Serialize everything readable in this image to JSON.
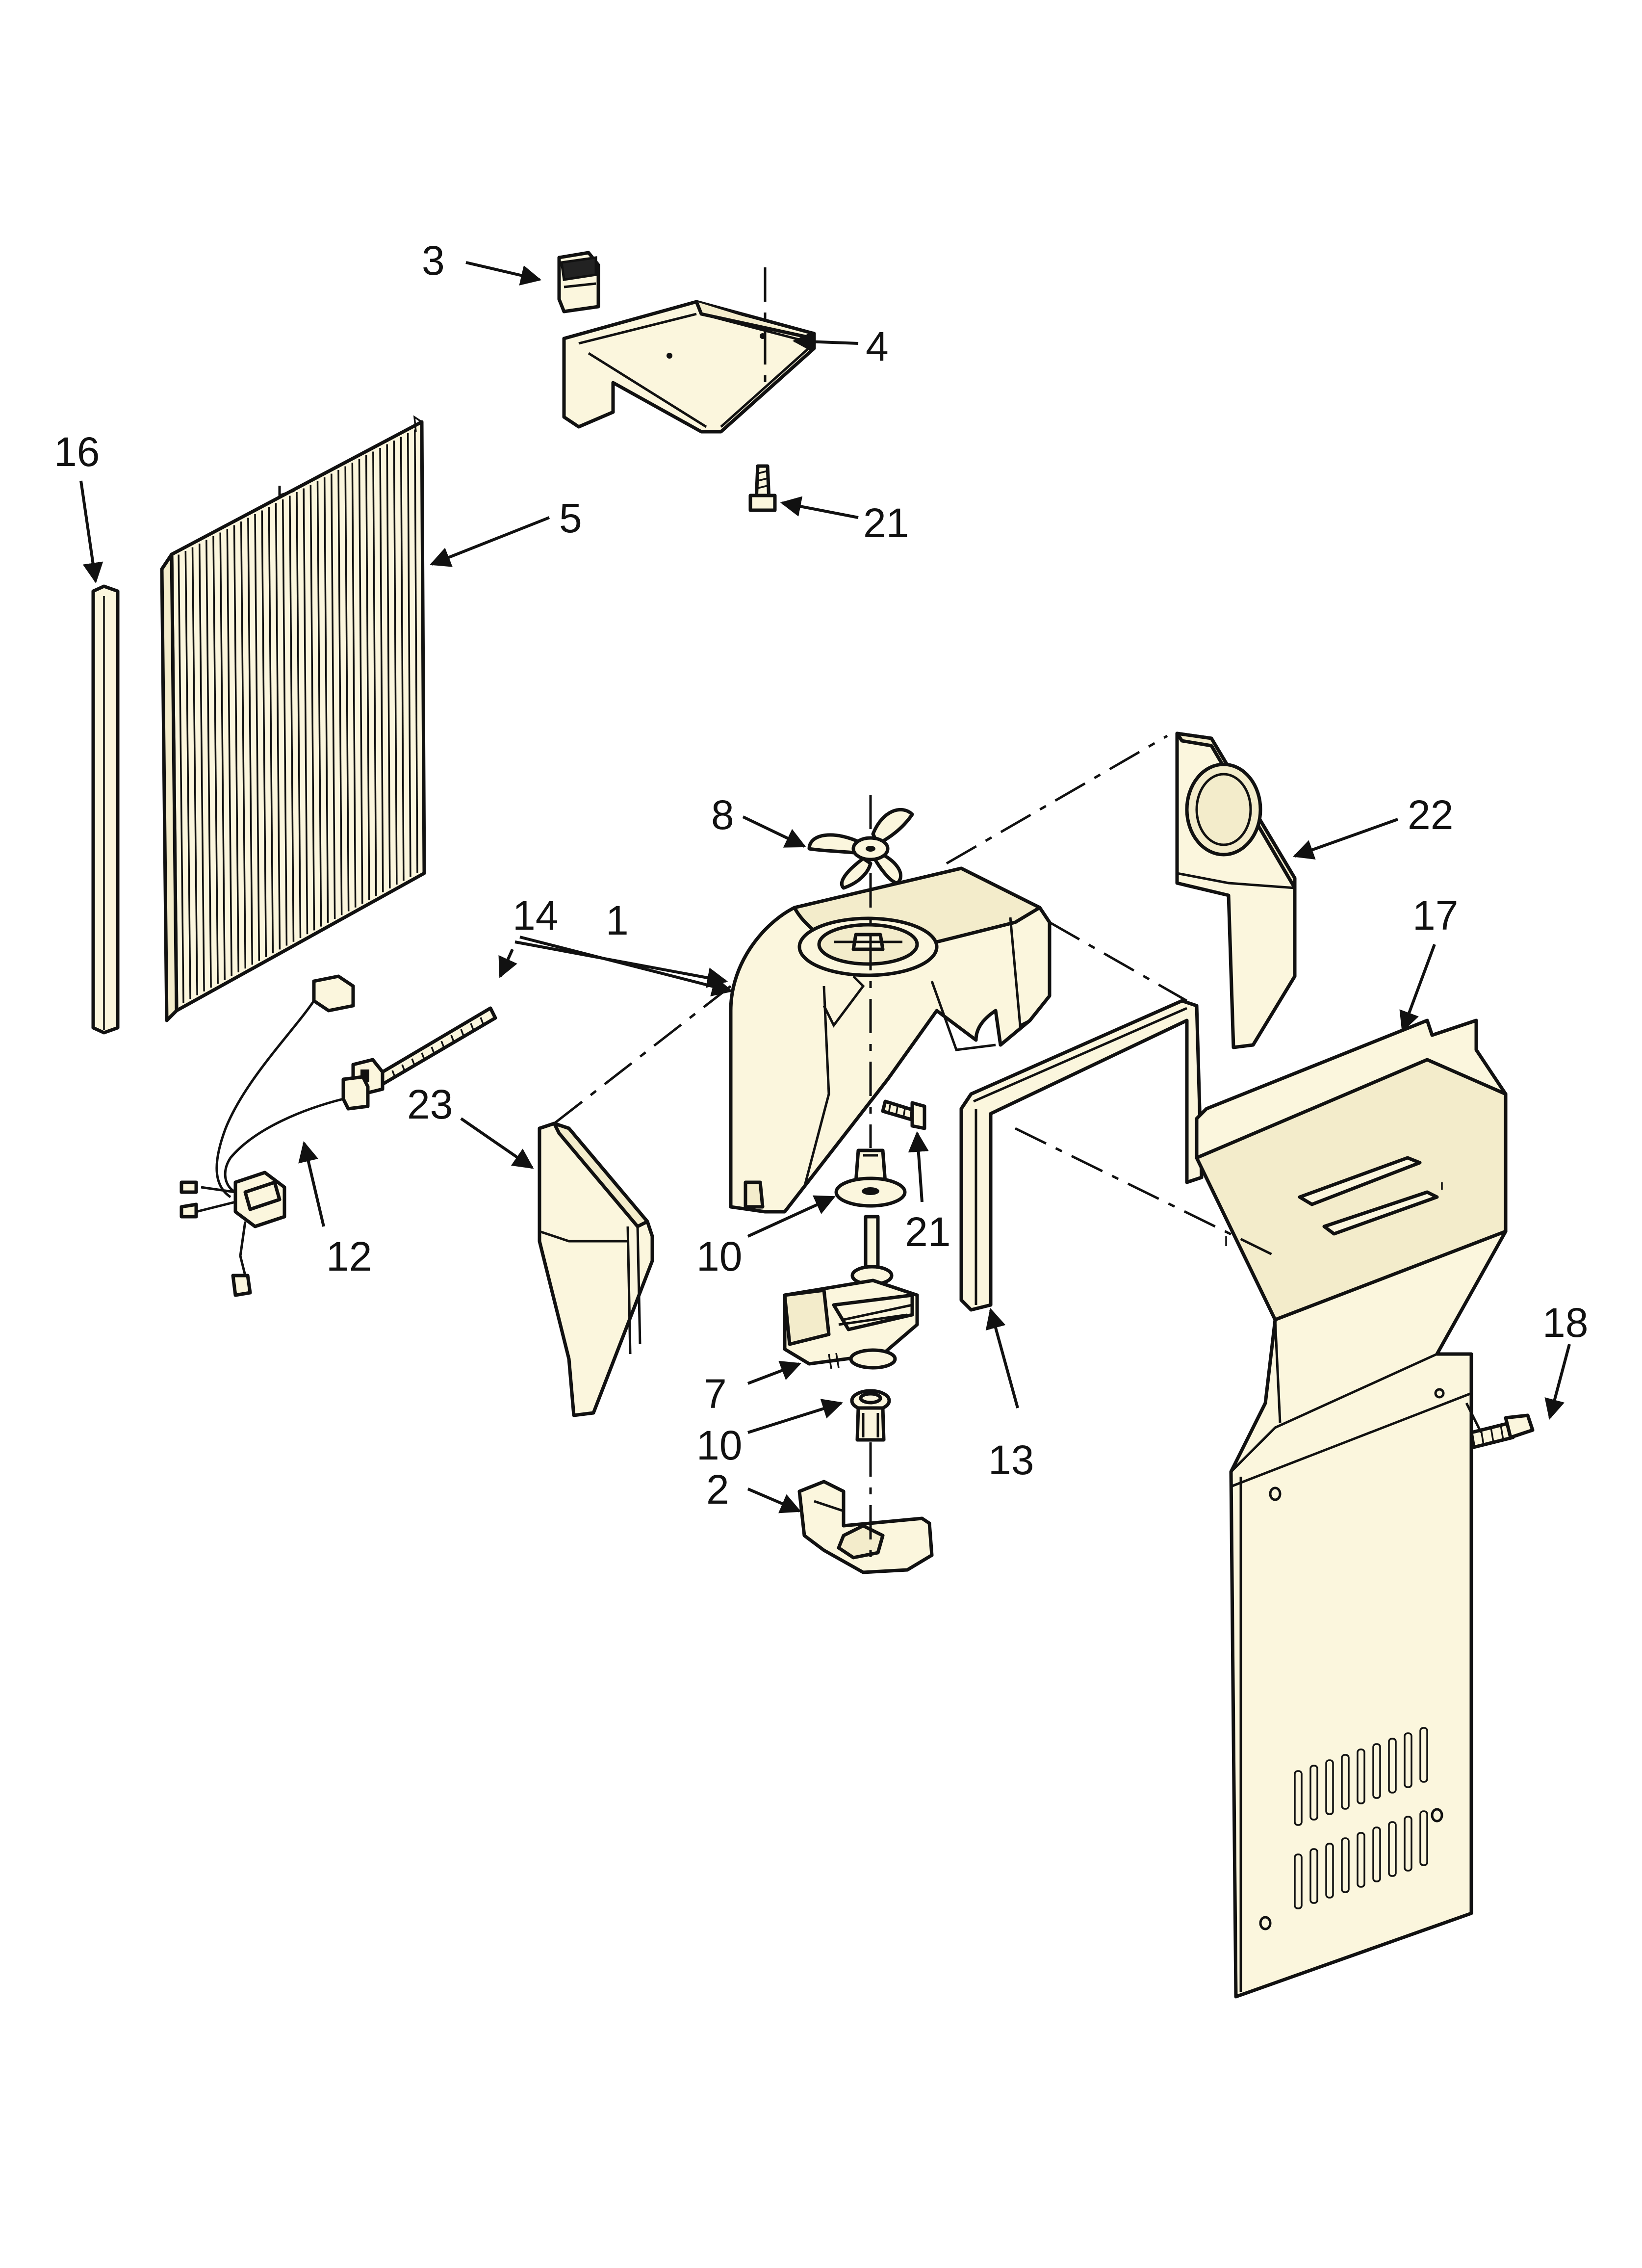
{
  "callouts": {
    "c1": "1",
    "c2": "2",
    "c3": "3",
    "c4": "4",
    "c5": "5",
    "c7": "7",
    "c8": "8",
    "c10a": "10",
    "c10b": "10",
    "c12": "12",
    "c13": "13",
    "c14": "14",
    "c16": "16",
    "c17": "17",
    "c18": "18",
    "c21a": "21",
    "c21b": "21",
    "c22": "22",
    "c23": "23"
  }
}
